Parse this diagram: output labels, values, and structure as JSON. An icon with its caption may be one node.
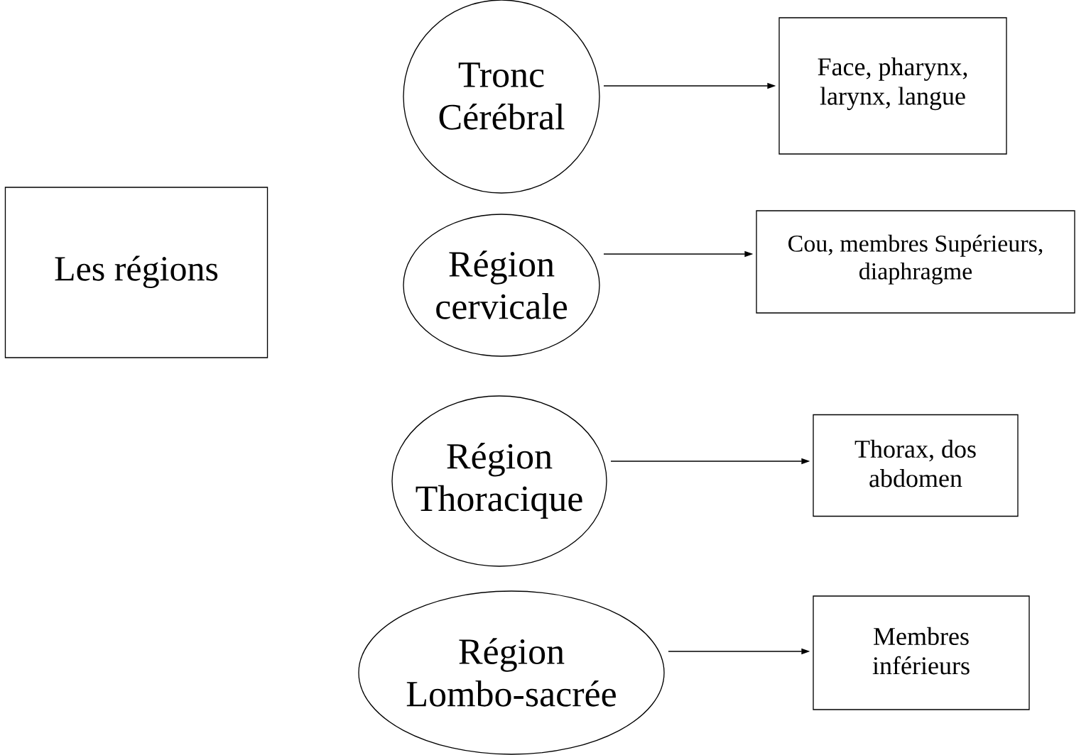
{
  "diagram": {
    "nodes": [
      {
        "text": [
          "Les régions"
        ]
      },
      {
        "text": [
          "Tronc Cérébral"
        ]
      },
      {
        "text": [
          "Face, pharynx, larynx, langue"
        ]
      },
      {
        "text": [
          "Région cervicale"
        ]
      },
      {
        "text": [
          "Cou, membres Supérieurs, diaphragme"
        ]
      },
      {
        "text": [
          "Région Thoracique"
        ]
      },
      {
        "text": [
          "Thorax, dos abdomen"
        ]
      },
      {
        "text": [
          "Région Lombo-sacrée"
        ]
      },
      {
        "text": [
          "Membres inférieurs"
        ]
      }
    ],
    "edges": [
      {
        "from": 1,
        "to": 2,
        "arrow": "to"
      },
      {
        "from": 3,
        "to": 4,
        "arrow": "to"
      },
      {
        "from": 5,
        "to": 6,
        "arrow": "to"
      },
      {
        "from": 7,
        "to": 8,
        "arrow": "to"
      }
    ]
  }
}
